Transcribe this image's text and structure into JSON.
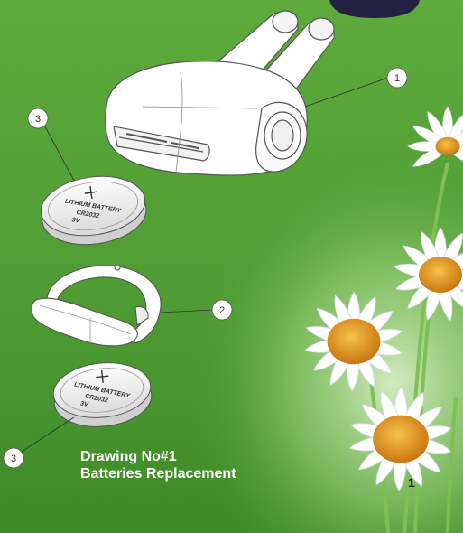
{
  "callouts": {
    "device": "1",
    "holder": "2",
    "battery_top": "3",
    "battery_bottom": "3"
  },
  "battery": {
    "line1": "LITHIUM BATTERY",
    "line2": "CR2032",
    "line3": "3V"
  },
  "caption": {
    "line1": "Drawing No#1",
    "line2": "Batteries Replacement"
  },
  "page_number": "1",
  "colors": {
    "background": "#4f9e34",
    "badge": "#232042",
    "petal": "#ffffff",
    "flower_center": "#e8961c"
  }
}
